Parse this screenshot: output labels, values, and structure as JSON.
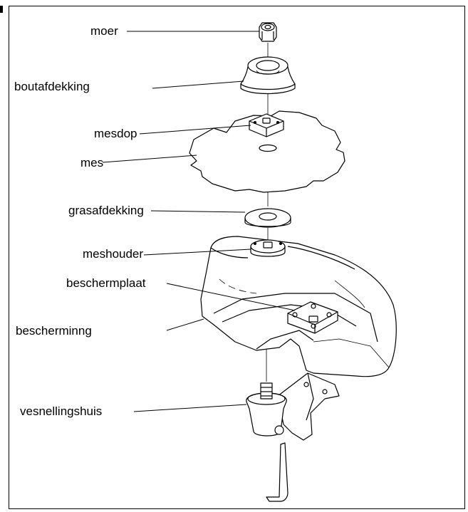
{
  "figure": {
    "labels": {
      "moer": "moer",
      "boutafdekking": "boutafdekking",
      "mesdop": "mesdop",
      "mes": "mes",
      "grasafdekking": "grasafdekking",
      "meshouder": "meshouder",
      "beschermplaat": "beschermplaat",
      "bescherming": "bescherminng",
      "versnellingshuis": "vesnellingshuis"
    }
  }
}
